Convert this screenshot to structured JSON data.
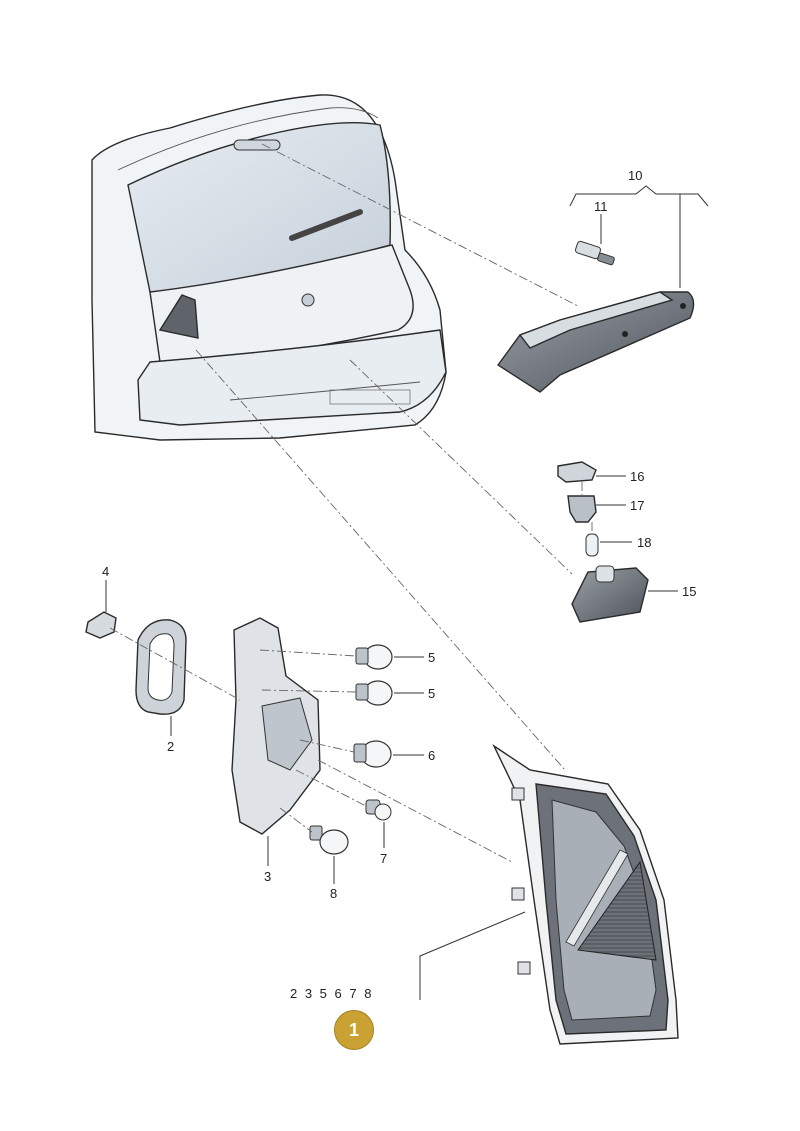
{
  "labels": {
    "p1": "1",
    "p2": "2",
    "p3": "3",
    "p4": "4",
    "p5a": "5",
    "p5b": "5",
    "p6": "6",
    "p7": "7",
    "p8": "8",
    "p10": "10",
    "p11": "11",
    "p15": "15",
    "p16": "16",
    "p17": "17",
    "p18": "18"
  },
  "combo_numbers": "2 3 5 6 7 8",
  "colors": {
    "callout": "#c9a233",
    "car_fill": "#f0f3f6",
    "glass_fill": "#d8e0e8",
    "part_fill": "#e3e6ea",
    "dark_fill": "#6f747b"
  }
}
